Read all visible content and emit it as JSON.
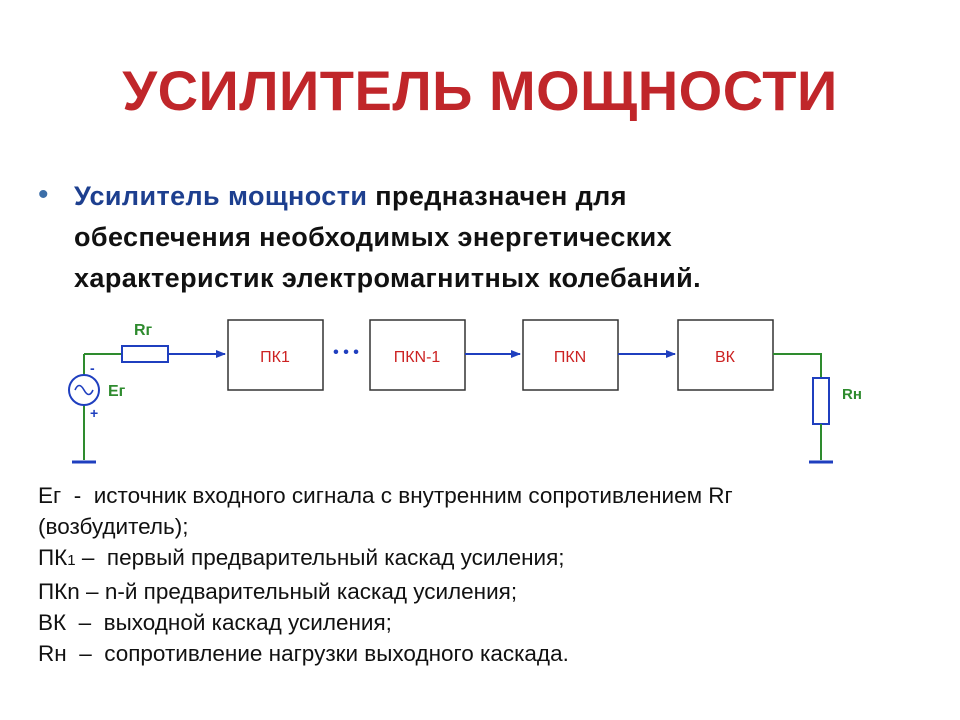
{
  "title": "УСИЛИТЕЛЬ МОЩНОСТИ",
  "bullet": {
    "highlight": "Усилитель мощности",
    "line1_rest": " предназначен для",
    "line2": "обеспечения необходимых энергетических",
    "line3": "характеристик электромагнитных колебаний."
  },
  "diagram": {
    "rg_label": "Rг",
    "eg_label": "Eг",
    "minus_sign": "-",
    "plus_sign": "+",
    "dots": "• • •",
    "rn_label": "Rн",
    "blocks": [
      "ПК1",
      "ПКN-1",
      "ПКN",
      "ВК"
    ],
    "colors": {
      "wire": "#2e8b2e",
      "arrow": "#1f3fbf",
      "block_text": "#cc2222",
      "component": "#1f3fbf",
      "ground": "#1f3fbf"
    }
  },
  "legend": [
    {
      "term": "Eг",
      "term_sub": "",
      "sep": "  -  ",
      "text": "источник входного сигнала с внутренним сопротивлением Rг"
    },
    {
      "term": "",
      "term_sub": "",
      "sep": "",
      "text": "(возбудитель);"
    },
    {
      "term": "ПК",
      "term_sub": "1",
      "sep": " –  ",
      "text": "первый предварительный каскад усиления;"
    },
    {
      "term": "ПКn",
      "term_sub": "",
      "sep": " – ",
      "text": "n-й предварительный каскад усиления;"
    },
    {
      "term": "ВК",
      "term_sub": "",
      "sep": "  –  ",
      "text": "выходной каскад усиления;"
    },
    {
      "term": "Rн",
      "term_sub": "",
      "sep": "  –  ",
      "text": "сопротивление нагрузки выходного каскада."
    }
  ]
}
